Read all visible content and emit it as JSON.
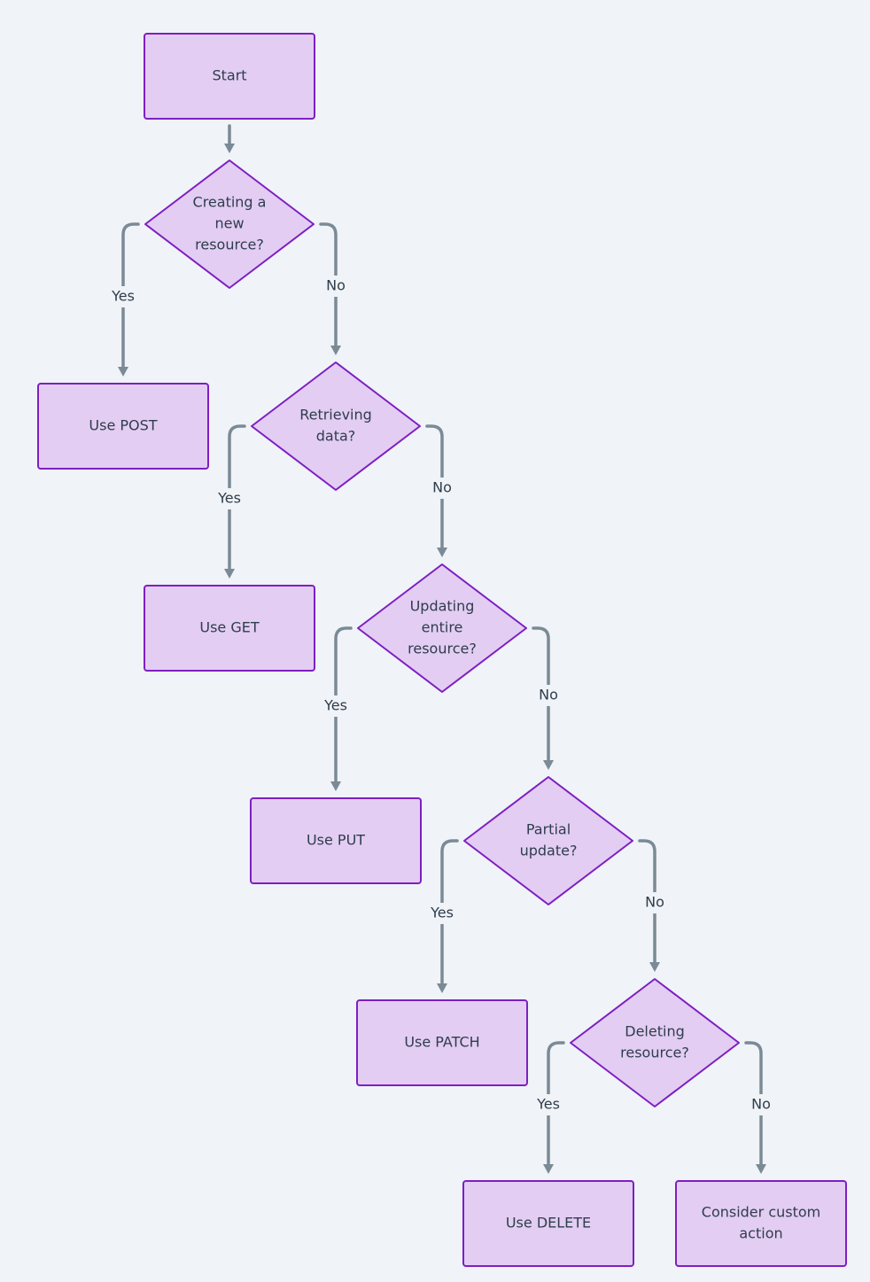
{
  "nodes": {
    "start": {
      "lines": [
        "Start"
      ]
    },
    "creating": {
      "lines": [
        "Creating a",
        "new",
        "resource?"
      ]
    },
    "post": {
      "lines": [
        "Use POST"
      ]
    },
    "retrieving": {
      "lines": [
        "Retrieving",
        "data?"
      ]
    },
    "get": {
      "lines": [
        "Use GET"
      ]
    },
    "updating": {
      "lines": [
        "Updating",
        "entire",
        "resource?"
      ]
    },
    "put": {
      "lines": [
        "Use PUT"
      ]
    },
    "partial": {
      "lines": [
        "Partial",
        "update?"
      ]
    },
    "patch": {
      "lines": [
        "Use PATCH"
      ]
    },
    "deleting": {
      "lines": [
        "Deleting",
        "resource?"
      ]
    },
    "delete": {
      "lines": [
        "Use DELETE"
      ]
    },
    "custom": {
      "lines": [
        "Consider custom",
        "action"
      ]
    }
  },
  "edges": [
    {
      "from": "start",
      "to": "creating",
      "label": ""
    },
    {
      "from": "creating",
      "to": "post",
      "label": "Yes"
    },
    {
      "from": "creating",
      "to": "retrieving",
      "label": "No"
    },
    {
      "from": "retrieving",
      "to": "get",
      "label": "Yes"
    },
    {
      "from": "retrieving",
      "to": "updating",
      "label": "No"
    },
    {
      "from": "updating",
      "to": "put",
      "label": "Yes"
    },
    {
      "from": "updating",
      "to": "partial",
      "label": "No"
    },
    {
      "from": "partial",
      "to": "patch",
      "label": "Yes"
    },
    {
      "from": "partial",
      "to": "deleting",
      "label": "No"
    },
    {
      "from": "deleting",
      "to": "delete",
      "label": "Yes"
    },
    {
      "from": "deleting",
      "to": "custom",
      "label": "No"
    }
  ]
}
